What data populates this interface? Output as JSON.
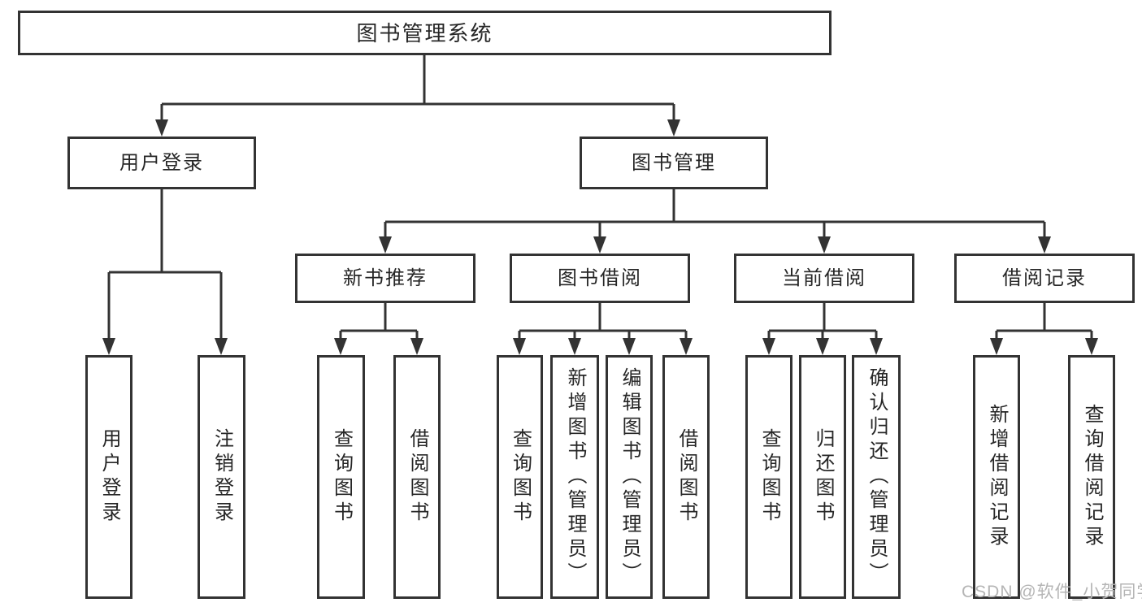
{
  "diagram": {
    "root": {
      "label": "图书管理系统"
    },
    "user_branch": {
      "label": "用户登录",
      "children": [
        {
          "label": "用户登录"
        },
        {
          "label": "注销登录"
        }
      ]
    },
    "book_branch": {
      "label": "图书管理",
      "groups": [
        {
          "label": "新书推荐",
          "children": [
            {
              "label": "查询图书"
            },
            {
              "label": "借阅图书"
            }
          ]
        },
        {
          "label": "图书借阅",
          "children": [
            {
              "label": "查询图书"
            },
            {
              "label": "新增图书（管理员）"
            },
            {
              "label": "编辑图书（管理员）"
            },
            {
              "label": "借阅图书"
            }
          ]
        },
        {
          "label": "当前借阅",
          "children": [
            {
              "label": "查询图书"
            },
            {
              "label": "归还图书"
            },
            {
              "label": "确认归还（管理员）"
            }
          ]
        },
        {
          "label": "借阅记录",
          "children": [
            {
              "label": "新增借阅记录"
            },
            {
              "label": "查询借阅记录"
            }
          ]
        }
      ]
    }
  },
  "watermark": {
    "text": "CSDN @软件_小贺同学"
  },
  "colors": {
    "line": "#333333",
    "text": "#262626",
    "watermark_gray": "#b5b5b5",
    "background": "#ffffff"
  }
}
